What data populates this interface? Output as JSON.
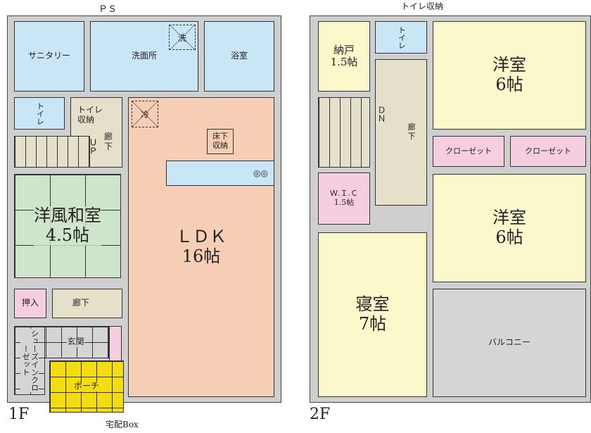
{
  "floor1": {
    "label": "1F",
    "ps": "ＰＳ",
    "delivery_box": "宅配Box",
    "rooms": {
      "sanitary": "サニタリー",
      "washroom": "洗面所",
      "washer": "洗",
      "bath": "浴室",
      "toilet": "トイレ",
      "toilet_storage": "トイレ\n収納",
      "hall_upper": "廊\n下",
      "up": "ＵＰ",
      "fridge": "冷",
      "underfloor": "床下\n収納",
      "ldk": "ＬＤＫ\n16帖",
      "japanese_room": "洋風和室\n4.5帖",
      "closet": "押入",
      "hall_lower": "廊下",
      "entrance": "玄関",
      "shoe_closet": "シューズインクローゼット",
      "porch": "ポーチ"
    }
  },
  "floor2": {
    "label": "2F",
    "toilet_storage": "トイレ収納",
    "rooms": {
      "storage": "納戸\n1.5帖",
      "toilet": "トイレ",
      "western1": "洋室\n6帖",
      "dn": "ＤＮ",
      "hall": "廊\n下",
      "closet1": "クローゼット",
      "closet2": "クローゼット",
      "wic": "Ｗ.Ｉ.Ｃ\n1.5帖",
      "western2": "洋室\n6帖",
      "bedroom": "寝室\n7帖",
      "balcony": "バルコニー"
    }
  }
}
